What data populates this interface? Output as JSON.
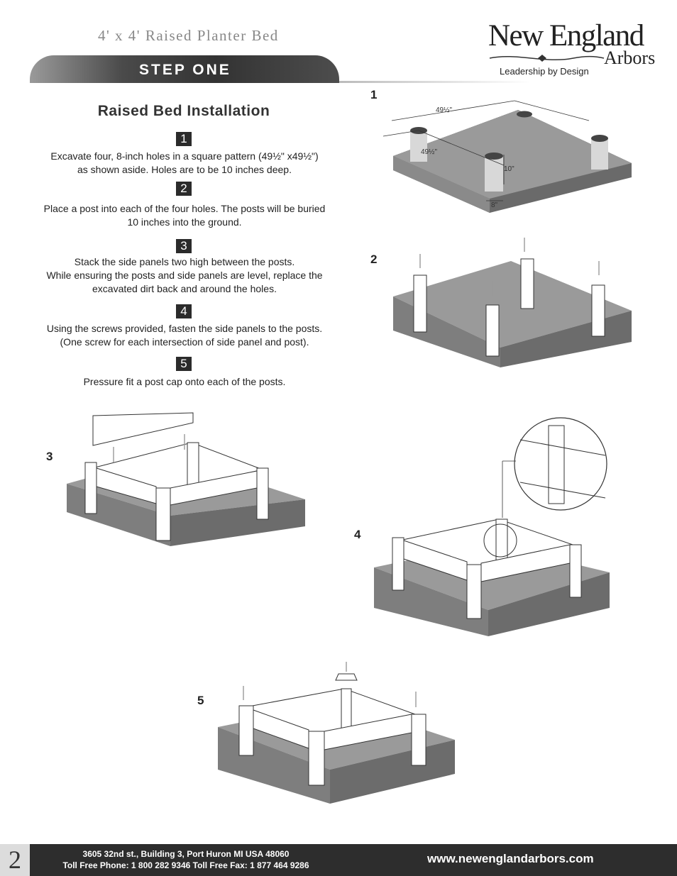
{
  "header": {
    "doc_title": "4' x 4' Raised Planter Bed",
    "step_banner": "STEP ONE",
    "brand_name": "New England",
    "brand_sub": "Arbors",
    "tagline": "Leadership by Design"
  },
  "instructions": {
    "heading": "Raised Bed Installation",
    "steps": [
      {
        "num": "1",
        "lines": [
          "Excavate four, 8-inch holes in a square pattern (49½\" x49½\")",
          "as shown aside.  Holes are to be 10 inches deep."
        ]
      },
      {
        "num": "2",
        "lines": [
          "Place a post into each of the four holes. The posts will be buried",
          "10 inches into the ground."
        ]
      },
      {
        "num": "3",
        "lines": [
          "Stack the side panels two high between the posts.",
          "While ensuring the posts and side panels are level,  replace the",
          "excavated dirt back and around the holes."
        ]
      },
      {
        "num": "4",
        "lines": [
          "Using the screws provided, fasten the side panels to the posts.",
          "(One screw for each intersection of side panel and post)."
        ]
      },
      {
        "num": "5",
        "lines": [
          "Pressure fit a post cap onto each of the posts."
        ]
      }
    ]
  },
  "figures": {
    "labels": [
      "1",
      "2",
      "3",
      "4",
      "5"
    ],
    "dimensions": {
      "width": "49½\"",
      "depth": "49½\"",
      "hole_depth": "10\"",
      "hole_diameter": "8\""
    }
  },
  "footer": {
    "page_number": "2",
    "address": "3605 32nd st., Building 3, Port Huron MI  USA  48060",
    "phone_line": "Toll Free Phone:  1 800 282 9346  Toll Free Fax:  1 877 464 9286",
    "website": "www.newenglandarbors.com"
  }
}
